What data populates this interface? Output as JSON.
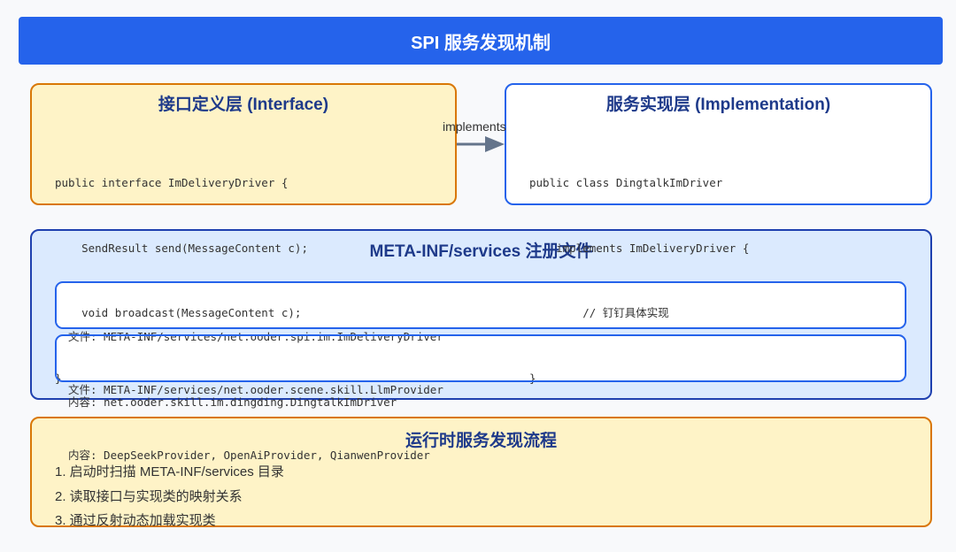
{
  "header": {
    "title": "SPI 服务发现机制"
  },
  "interface": {
    "title": "接口定义层 (Interface)",
    "code": [
      "public interface ImDeliveryDriver {",
      "    SendResult send(MessageContent c);",
      "    void broadcast(MessageContent c);",
      "}"
    ]
  },
  "arrow": {
    "label": "implements"
  },
  "implementation": {
    "title": "服务实现层 (Implementation)",
    "code": [
      "public class DingtalkImDriver",
      "    implements ImDeliveryDriver {",
      "        // 钉钉具体实现",
      "}"
    ]
  },
  "registry": {
    "title": "META-INF/services 注册文件",
    "files": [
      {
        "file": "文件: META-INF/services/net.ooder.spi.im.ImDeliveryDriver",
        "content": "内容: net.ooder.skill.im.dingding.DingtalkImDriver"
      },
      {
        "file": "文件: META-INF/services/net.ooder.scene.skill.LlmProvider",
        "content": "内容: DeepSeekProvider, OpenAiProvider, QianwenProvider"
      }
    ]
  },
  "flow": {
    "title": "运行时服务发现流程",
    "steps": [
      "1. 启动时扫描 META-INF/services 目录",
      "2. 读取接口与实现类的映射关系",
      "3. 通过反射动态加载实现类"
    ]
  }
}
